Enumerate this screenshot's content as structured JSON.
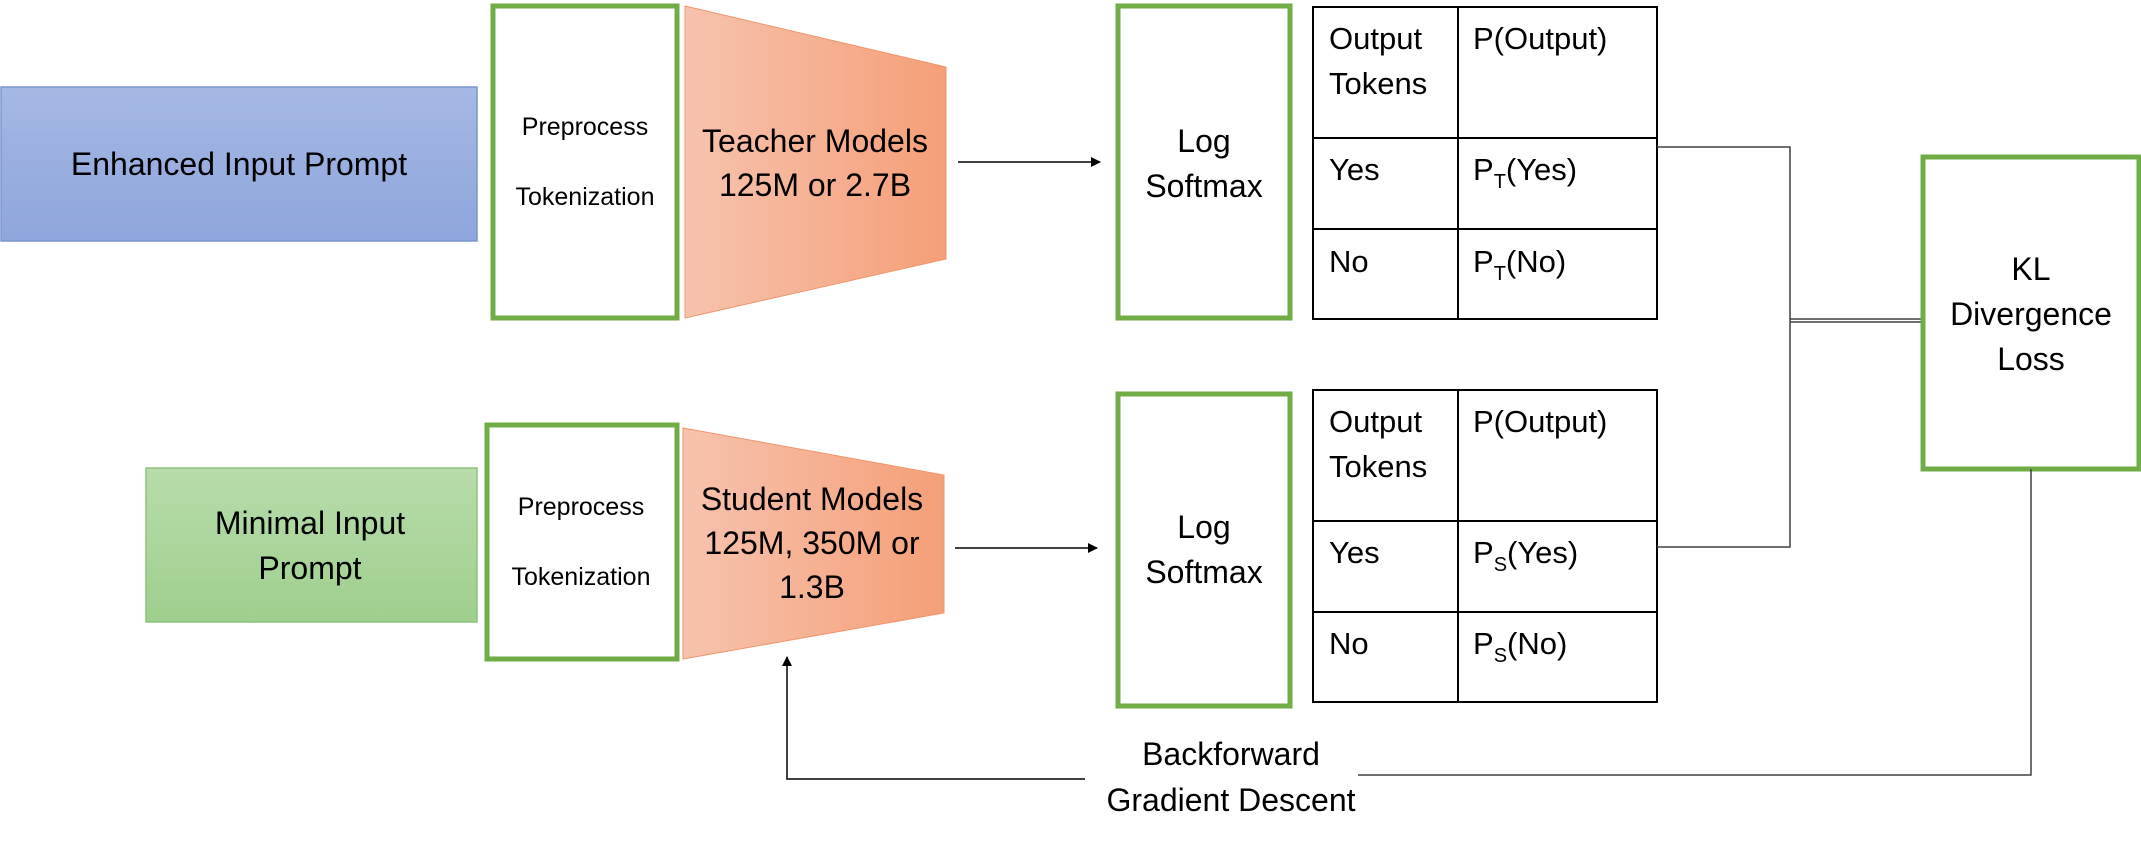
{
  "teacher_row": {
    "input_prompt": "Enhanced Input Prompt",
    "preprocess": [
      "Preprocess",
      "Tokenization"
    ],
    "model": [
      "Teacher Models",
      "125M or 2.7B"
    ],
    "softmax": [
      "Log",
      "Softmax"
    ],
    "table": {
      "header": [
        "Output Tokens",
        "P(Output)"
      ],
      "rows": [
        {
          "token": "Yes",
          "prob_base": "P",
          "prob_sub": "T",
          "prob_arg": "(Yes)"
        },
        {
          "token": "No",
          "prob_base": "P",
          "prob_sub": "T",
          "prob_arg": "(No)"
        }
      ]
    }
  },
  "student_row": {
    "input_prompt": [
      "Minimal Input",
      "Prompt"
    ],
    "preprocess": [
      "Preprocess",
      "Tokenization"
    ],
    "model": [
      "Student Models",
      "125M, 350M or",
      "1.3B"
    ],
    "softmax": [
      "Log",
      "Softmax"
    ],
    "table": {
      "header": [
        "Output Tokens",
        "P(Output)"
      ],
      "rows": [
        {
          "token": "Yes",
          "prob_base": "P",
          "prob_sub": "S",
          "prob_arg": "(Yes)"
        },
        {
          "token": "No",
          "prob_base": "P",
          "prob_sub": "S",
          "prob_arg": "(No)"
        }
      ]
    }
  },
  "loss": [
    "KL",
    "Divergence",
    "Loss"
  ],
  "feedback": [
    "Backforward",
    "Gradient Descent"
  ],
  "colors": {
    "teacher_input_fill": "#9aaedf",
    "teacher_input_border": "#7a95cf",
    "student_input_fill": "#a9d39a",
    "student_input_border": "#8fc27f",
    "model_fill_light": "#f6bda6",
    "model_fill_dark": "#f4a27e",
    "green_border": "#70ad47",
    "line": "#404040"
  }
}
